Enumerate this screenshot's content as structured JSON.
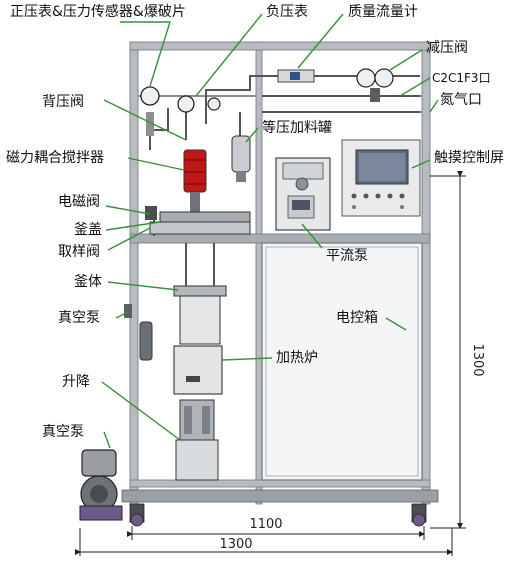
{
  "labels": {
    "gauge_group": "正压表&压力传感器&爆破片",
    "negative_gauge": "负压表",
    "mass_flowmeter": "质量流量计",
    "pressure_reducer": "减压阀",
    "gas_inlet": "C2C1F3口",
    "nitrogen_inlet": "氮气口",
    "back_pressure_valve": "背压阀",
    "feed_tank": "等压加料罐",
    "magnetic_stirrer": "磁力耦合搅拌器",
    "touch_screen": "触摸控制屏",
    "solenoid_valve": "电磁阀",
    "lid": "釜盖",
    "sampling_valve": "取样阀",
    "hplc_pump": "平流泵",
    "vessel_body": "釜体",
    "vacuum_pump_upper": "真空泵",
    "control_box": "电控箱",
    "heating_furnace": "加热炉",
    "lift": "升降",
    "vacuum_pump_lower": "真空泵"
  },
  "dimensions": {
    "frame_width": "1100",
    "overall_width": "1300",
    "height": "1300"
  },
  "colors": {
    "frame": "#b8bcc0",
    "frame_dark": "#8a8f94",
    "heater": "#e4e4e4",
    "stirrer": "#c01818",
    "pump_body": "#9a9ea4",
    "pump_motor": "#6b5a8a",
    "screen": "#5f6a80",
    "leader": "#3a8f3a"
  }
}
